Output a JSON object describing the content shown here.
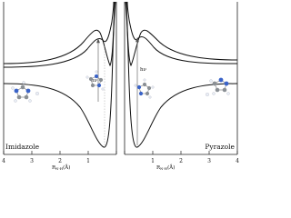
{
  "figure": {
    "left_panel": {
      "label": "Imidazole",
      "transition_label": "hν",
      "axis_label": "R",
      "axis_subscript": "N-H",
      "axis_unit": "(Å)",
      "tick_labels": [
        "4",
        "3",
        "2",
        "1"
      ]
    },
    "right_panel": {
      "label": "Pyrazole",
      "transition_label": "hν",
      "axis_label": "R",
      "axis_subscript": "N-H",
      "axis_unit": "(Å)",
      "tick_labels": [
        "1",
        "2",
        "3",
        "4"
      ]
    },
    "colors": {
      "curve": "#111111",
      "axis": "#222222",
      "nitrogen": "#3a63c8",
      "carbon": "#8a8f94",
      "hydrogen": "#e9eef5"
    },
    "molecule_icons": [
      "imidazole-molecule",
      "imidazole-fragment",
      "pyrazole-molecule",
      "pyrazole-fragment"
    ]
  }
}
